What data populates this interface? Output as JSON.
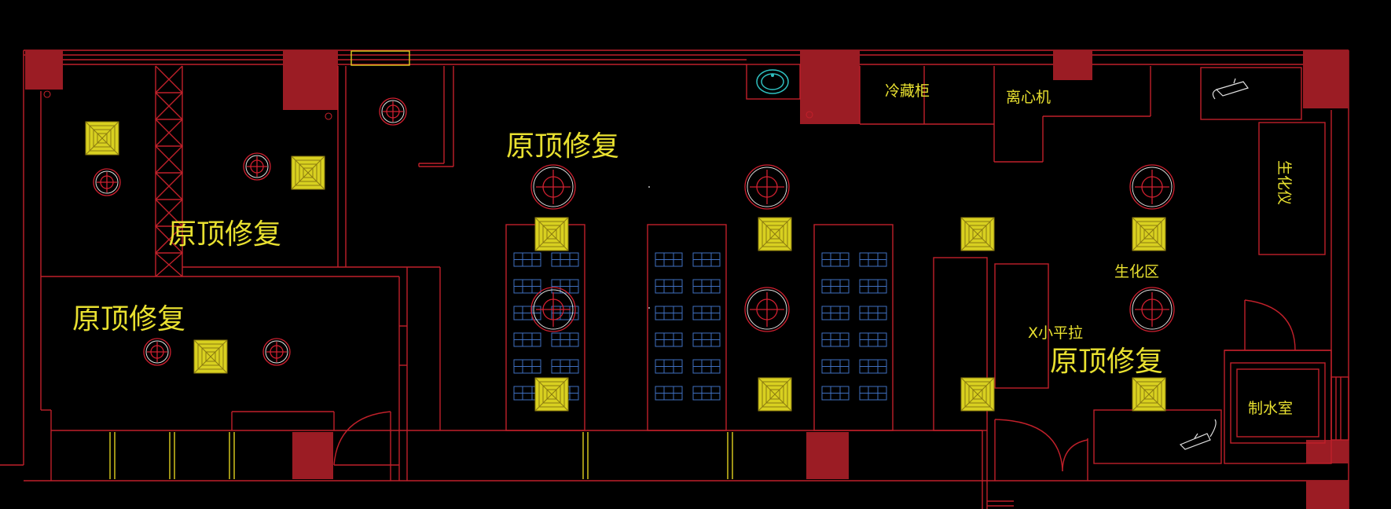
{
  "drawing": {
    "background": "#000000",
    "colors": {
      "wall": "#c0202a",
      "column_fill": "#9b1c24",
      "text": "#e8e030",
      "diffuser": "#d8d020",
      "light_fixture": "#d02030",
      "lamp_grid": "#3f6fbf",
      "sink": "#2fc0c0"
    }
  },
  "labels": {
    "restore_left_top": "原顶修复",
    "restore_left_bottom": "原顶修复",
    "restore_center": "原顶修复",
    "restore_right": "原顶修复",
    "fridge": "冷藏柜",
    "centrifuge": "离心机",
    "biochem_area": "生化区",
    "biochem_instrument": "生化仪",
    "water_room": "制水室",
    "bench": "X小平拉"
  },
  "icons": {
    "diffuser": "square-air-diffuser-icon",
    "downlight": "round-downlight-icon",
    "panel_lamp": "grid-panel-lamp-icon",
    "sink": "washbasin-icon",
    "faucet": "shower-faucet-icon"
  }
}
